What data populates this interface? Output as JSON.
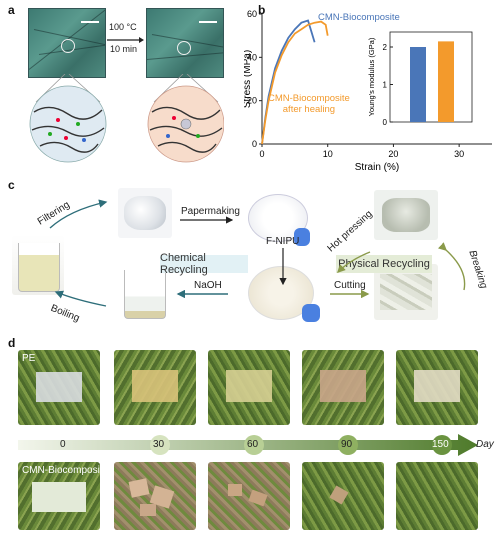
{
  "panel_labels": {
    "a": "a",
    "b": "b",
    "c": "c",
    "d": "d"
  },
  "panel_a": {
    "temp": "100 °C",
    "time": "10 min"
  },
  "panel_b": {
    "series_labels": {
      "original": "CMN-Biocomposite",
      "healed_line1": "CMN-Biocomposite",
      "healed_line2": "after healing"
    },
    "colors": {
      "original": "#4a76b8",
      "healed": "#f39a2c"
    },
    "chart_data": [
      {
        "type": "line",
        "xlabel": "Strain (%)",
        "ylabel": "Stress (MPa)",
        "xlim": [
          0,
          35
        ],
        "ylim": [
          0,
          60
        ],
        "xticks": [
          0,
          10,
          20,
          30
        ],
        "yticks": [
          0,
          20,
          40,
          60
        ],
        "series": [
          {
            "name": "CMN-Biocomposite",
            "x": [
              0,
              0.5,
              1,
              2,
              3,
              4,
              5,
              6,
              7,
              7.5,
              8
            ],
            "y": [
              0,
              12,
              22,
              35,
              43,
              49,
              53,
              56,
              57,
              52,
              47
            ]
          },
          {
            "name": "CMN-Biocomposite after healing",
            "x": [
              0,
              0.5,
              1,
              2,
              3,
              4,
              5,
              6,
              7,
              8,
              9,
              9.7,
              10
            ],
            "y": [
              0,
              11,
              20,
              33,
              41,
              47,
              51,
              53,
              55,
              56,
              56.5,
              55,
              50
            ]
          }
        ]
      },
      {
        "type": "bar",
        "ylabel": "Young's modulus (GPa)",
        "ylim": [
          0,
          2.4
        ],
        "yticks": [
          0,
          1,
          2
        ],
        "values": [
          2.0,
          2.15
        ]
      }
    ]
  },
  "panel_c": {
    "labels": {
      "filtering": "Filtering",
      "papermaking": "Papermaking",
      "hot_pressing": "Hot pressing",
      "breaking": "Breaking",
      "chemical": "Chemical Recycling",
      "physical": "Physical Recycling",
      "fnipu": "F-NIPU",
      "naoh": "NaOH",
      "cutting": "Cutting",
      "boiling": "Boiling"
    }
  },
  "panel_d": {
    "row1": "PE",
    "row2": "CMN-Biocomposite",
    "days": [
      "0",
      "30",
      "60",
      "90",
      "150"
    ],
    "axis_unit": "Day"
  }
}
